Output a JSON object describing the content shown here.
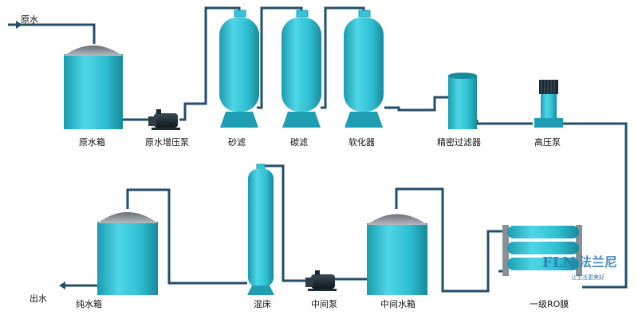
{
  "labels": {
    "raw_water_in": "原水",
    "raw_water_tank": "原水箱",
    "raw_booster_pump": "原水增压泵",
    "sand_filter": "砂滤",
    "carbon_filter": "碳滤",
    "softener": "软化器",
    "precision_filter": "精密过滤器",
    "high_pressure_pump": "高压泵",
    "ro_membrane": "一级RO膜",
    "intermediate_tank": "中间水箱",
    "intermediate_pump": "中间泵",
    "mixed_bed": "混床",
    "pure_water_tank": "纯水箱",
    "water_out": "出水"
  },
  "watermark": {
    "brand": "FLN",
    "cn": "法兰尼",
    "slogan": "让生活更美好"
  },
  "colors": {
    "pipe": "#234e6c",
    "vessel": "#34c3d8",
    "vessel_dark": "#1f9db3",
    "top": "#8a8f96",
    "pump": "#1a2a33"
  }
}
